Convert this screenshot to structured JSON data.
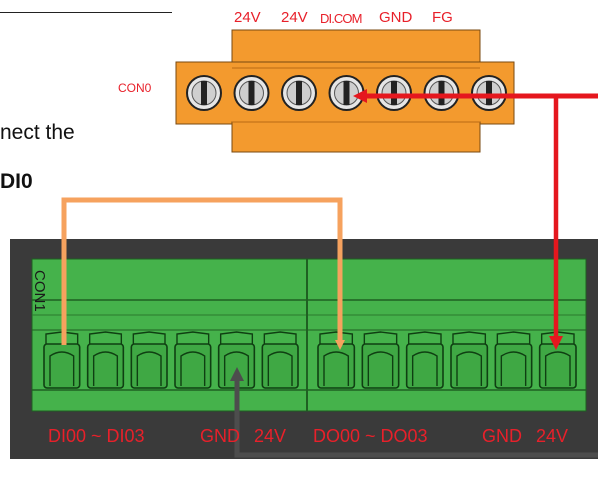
{
  "connector": {
    "label": "CON0",
    "pin_labels": [
      "24V",
      "24V",
      "DI.COM",
      "GND",
      "FG"
    ],
    "body_color": "#F39A2E",
    "screw_count": 7
  },
  "instruction_fragments": {
    "line1": "nect the",
    "line2": "DI0"
  },
  "terminal_board": {
    "label": "CON1",
    "bottom_labels": [
      "DI00 ~ DI03",
      "GND",
      "24V",
      "DO00 ~ DO03",
      "GND",
      "24V"
    ],
    "body_color": "#45B24B",
    "frame_color": "#3A3A3A",
    "label_color": "#E8202A",
    "pins_per_block": 6,
    "block_count": 2
  },
  "wires": [
    {
      "name": "orange-loop-wire",
      "color": "#F6A25E"
    },
    {
      "name": "red-wire",
      "color": "#E5171E"
    },
    {
      "name": "dark-gray-wire",
      "color": "#4D4D4D"
    }
  ]
}
